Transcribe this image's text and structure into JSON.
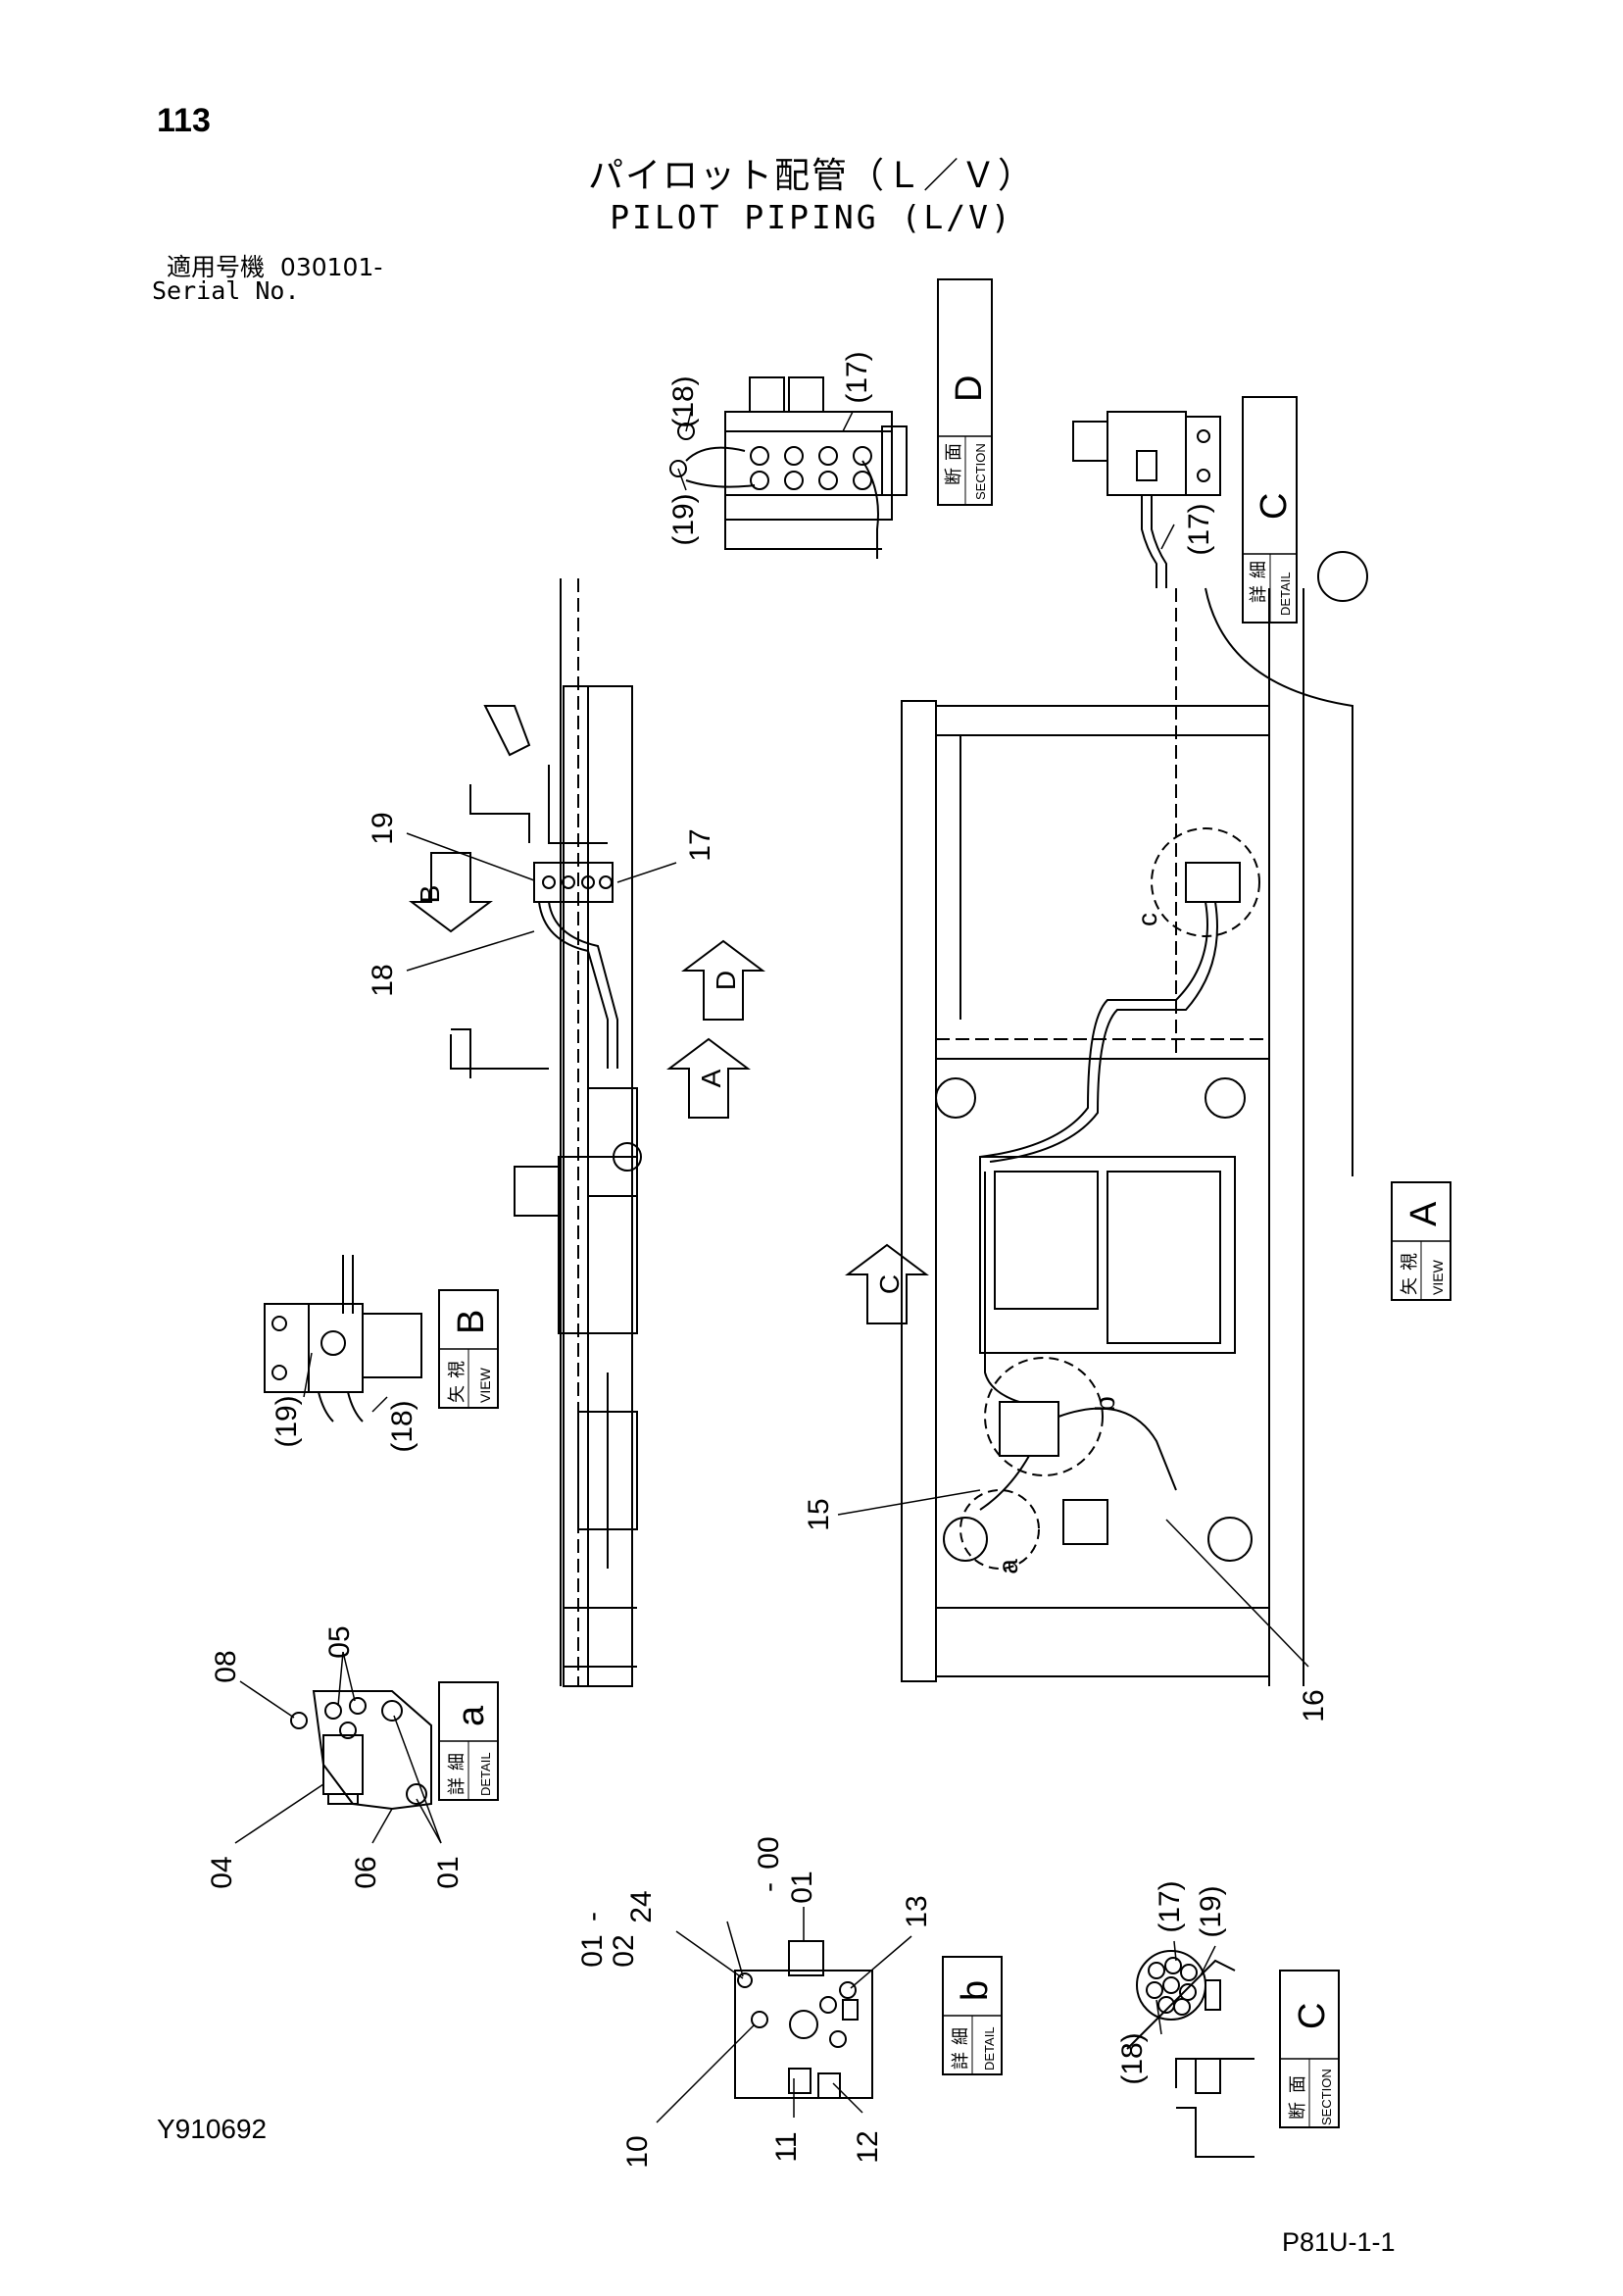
{
  "header": {
    "page_number": "113",
    "title_jp": "パイロット配管（Ｌ／Ｖ）",
    "title_en": "PILOT PIPING (L/V)",
    "serial_label_jp": "適用号機",
    "serial_value": "030101-",
    "serial_label_en": "Serial No."
  },
  "footer": {
    "document_code": "Y910692",
    "page_code": "P81U-1-1"
  },
  "labels": {
    "section_D": {
      "jp1": "断",
      "jp2": "面",
      "en": "SECTION",
      "letter": "D"
    },
    "detail_C": {
      "jp1": "詳",
      "jp2": "細",
      "en": "DETAIL",
      "letter": "C"
    },
    "view_B": {
      "jp1": "矢",
      "jp2": "視",
      "en": "VIEW",
      "letter": "B"
    },
    "view_A": {
      "jp1": "矢",
      "jp2": "視",
      "en": "VIEW",
      "letter": "A"
    },
    "detail_a": {
      "jp1": "詳",
      "jp2": "細",
      "en": "DETAIL",
      "letter": "a"
    },
    "detail_b": {
      "jp1": "詳",
      "jp2": "細",
      "en": "DETAIL",
      "letter": "b"
    },
    "section_C": {
      "jp1": "断",
      "jp2": "面",
      "en": "SECTION",
      "letter": "C"
    }
  },
  "arrows": {
    "A": "A",
    "B": "B",
    "C": "C",
    "D": "D"
  },
  "sub_callouts": {
    "a": "a",
    "b": "b",
    "c": "c"
  },
  "parts": {
    "p00": "00",
    "p01": "01",
    "p02": "02",
    "p04": "04",
    "p05": "05",
    "p06": "06",
    "p08": "08",
    "p10": "10",
    "p11": "11",
    "p12": "12",
    "p13": "13",
    "p15": "15",
    "p16": "16",
    "p17": "17",
    "p18": "18",
    "p19": "19",
    "p24": "24",
    "dash": "-",
    "p17p": "(17)",
    "p18p": "(18)",
    "p19p": "(19)"
  }
}
